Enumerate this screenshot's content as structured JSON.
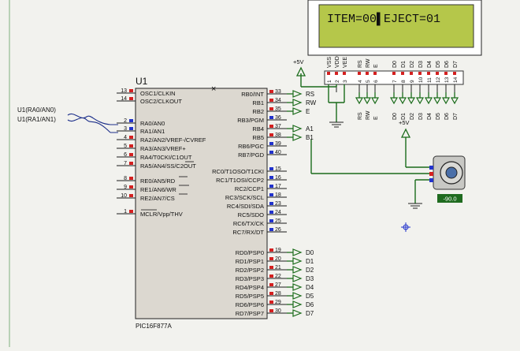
{
  "lcd": {
    "display": "ITEM=00▌EJECT=01",
    "power_label": "+5V",
    "power_pins": [
      {
        "name": "VSS",
        "num": "1"
      },
      {
        "name": "VDD",
        "num": "2"
      },
      {
        "name": "VEE",
        "num": "3"
      }
    ],
    "control_pins": [
      {
        "name": "RS",
        "num": "4",
        "out": "RS"
      },
      {
        "name": "RW",
        "num": "5",
        "out": "RW"
      },
      {
        "name": "E",
        "num": "6",
        "out": "E"
      }
    ],
    "data_pins": [
      {
        "name": "D0",
        "num": "7",
        "out": "D0"
      },
      {
        "name": "D1",
        "num": "8",
        "out": "D1"
      },
      {
        "name": "D2",
        "num": "9",
        "out": "D2"
      },
      {
        "name": "D3",
        "num": "10",
        "out": "D3"
      },
      {
        "name": "D4",
        "num": "11",
        "out": "D4"
      },
      {
        "name": "D5",
        "num": "12",
        "out": "D5"
      },
      {
        "name": "D6",
        "num": "13",
        "out": "D6"
      },
      {
        "name": "D7",
        "num": "14",
        "out": "D7"
      }
    ]
  },
  "mcu": {
    "ref": "U1",
    "part": "PIC16F877A",
    "left_pins": [
      {
        "num": "13",
        "name": "OSC1/CLKIN"
      },
      {
        "num": "14",
        "name": "OSC2/CLKOUT"
      },
      {
        "num": "2",
        "name": "RA0/AN0"
      },
      {
        "num": "3",
        "name": "RA1/AN1"
      },
      {
        "num": "4",
        "name": "RA2/AN2/VREF-/CVREF"
      },
      {
        "num": "5",
        "name": "RA3/AN3/VREF+"
      },
      {
        "num": "6",
        "name": "RA4/T0CKI/C1OUT"
      },
      {
        "num": "7",
        "name": "RA5/AN4/SS/C2OUT"
      },
      {
        "num": "8",
        "name": "RE0/AN5/RD"
      },
      {
        "num": "9",
        "name": "RE1/AN6/WR"
      },
      {
        "num": "10",
        "name": "RE2/AN7/CS"
      },
      {
        "num": "1",
        "name": "MCLR/Vpp/THV"
      }
    ],
    "right_pins": [
      {
        "num": "33",
        "name": "RB0/INT",
        "net": "RS"
      },
      {
        "num": "34",
        "name": "RB1",
        "net": "RW"
      },
      {
        "num": "35",
        "name": "RB2",
        "net": "E"
      },
      {
        "num": "36",
        "name": "RB3/PGM",
        "net": ""
      },
      {
        "num": "37",
        "name": "RB4",
        "net": "A1"
      },
      {
        "num": "38",
        "name": "RB5",
        "net": "B1"
      },
      {
        "num": "39",
        "name": "RB6/PGC",
        "net": ""
      },
      {
        "num": "40",
        "name": "RB7/PGD",
        "net": ""
      },
      {
        "num": "15",
        "name": "RC0/T1OSO/T1CKI",
        "net": ""
      },
      {
        "num": "16",
        "name": "RC1/T1OSI/CCP2",
        "net": ""
      },
      {
        "num": "17",
        "name": "RC2/CCP1",
        "net": ""
      },
      {
        "num": "18",
        "name": "RC3/SCK/SCL",
        "net": ""
      },
      {
        "num": "23",
        "name": "RC4/SDI/SDA",
        "net": ""
      },
      {
        "num": "24",
        "name": "RC5/SDO",
        "net": ""
      },
      {
        "num": "25",
        "name": "RC6/TX/CK",
        "net": ""
      },
      {
        "num": "26",
        "name": "RC7/RX/DT",
        "net": ""
      },
      {
        "num": "19",
        "name": "RD0/PSP0",
        "net": "D0"
      },
      {
        "num": "20",
        "name": "RD1/PSP1",
        "net": "D1"
      },
      {
        "num": "21",
        "name": "RD2/PSP2",
        "net": "D2"
      },
      {
        "num": "22",
        "name": "RD3/PSP3",
        "net": "D3"
      },
      {
        "num": "27",
        "name": "RD4/PSP4",
        "net": "D4"
      },
      {
        "num": "28",
        "name": "RD5/PSP5",
        "net": "D5"
      },
      {
        "num": "29",
        "name": "RD6/PSP6",
        "net": "D6"
      },
      {
        "num": "30",
        "name": "RD7/PSP7",
        "net": "D7"
      }
    ],
    "inputs": [
      "U1(RA0/AN0)",
      "U1(RA1/AN1)"
    ]
  },
  "motor": {
    "power_label": "+5V",
    "angle": "-90.0"
  },
  "colors": {
    "lcd_screen": "#b5c74a",
    "chip_body": "#dcd8d0",
    "wire": "#1a6b1a",
    "pin_red": "#d42020",
    "pin_blue": "#2233cc"
  }
}
